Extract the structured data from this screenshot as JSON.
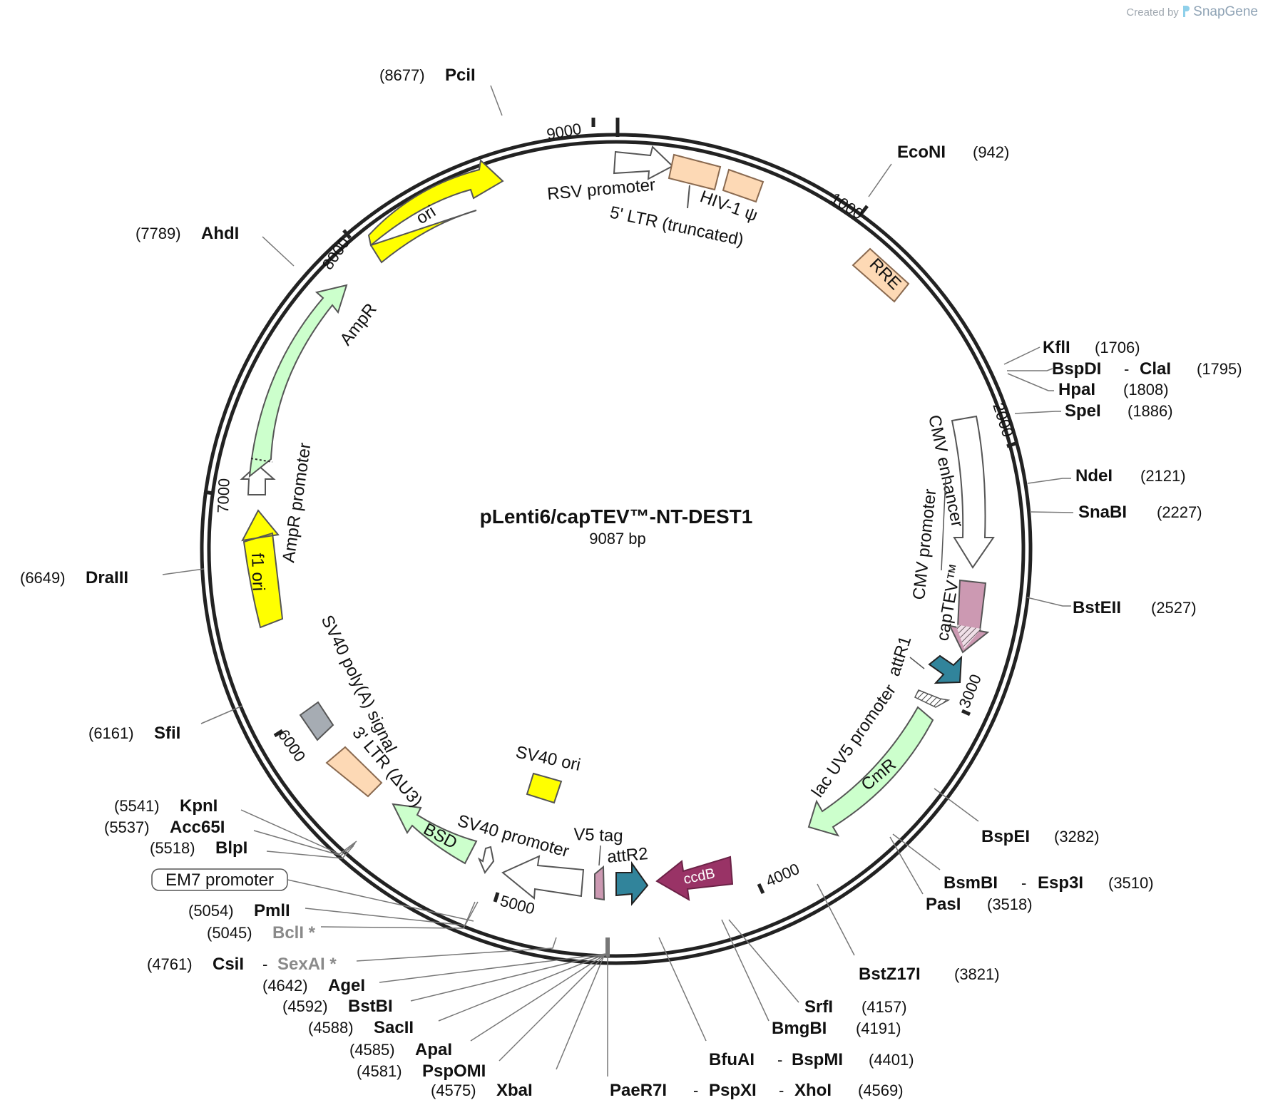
{
  "credit": {
    "prefix": "Created by",
    "brand": "SnapGene",
    "icon": "snapgene-logo-icon"
  },
  "plasmid": {
    "name": "pLenti6/capTEV™-NT-DEST1",
    "length_label": "9087 bp",
    "length": 9087
  },
  "ticks": [
    "1000",
    "2000",
    "3000",
    "4000",
    "5000",
    "6000",
    "7000",
    "8000",
    "9000"
  ],
  "features": [
    {
      "id": "rsv",
      "label": "RSV promoter",
      "color": "#ffffff"
    },
    {
      "id": "ltr5",
      "label": "5' LTR (truncated)",
      "color": "#fdd9b5"
    },
    {
      "id": "psi",
      "label": "HIV-1 ψ",
      "color": "#fdd9b5"
    },
    {
      "id": "rre",
      "label": "RRE",
      "color": "#fdd9b5"
    },
    {
      "id": "cmvenh",
      "label": "CMV enhancer",
      "color": "#ffffff"
    },
    {
      "id": "cmvprom",
      "label": "CMV promoter",
      "color": "#ffffff"
    },
    {
      "id": "captev",
      "label": "capTEV™",
      "color": "#cc99b2"
    },
    {
      "id": "attr1",
      "label": "attR1",
      "color": "#31849b"
    },
    {
      "id": "lacuv5",
      "label": "lac UV5 promoter",
      "color": "#ffffff"
    },
    {
      "id": "cmr",
      "label": "CmR",
      "color": "#ccffcc"
    },
    {
      "id": "ccdb",
      "label": "ccdB",
      "color": "#993366"
    },
    {
      "id": "attr2",
      "label": "attR2",
      "color": "#31849b"
    },
    {
      "id": "v5",
      "label": "V5 tag",
      "color": "#cc99b2"
    },
    {
      "id": "sv40prom",
      "label": "SV40 promoter",
      "color": "#ffffff"
    },
    {
      "id": "sv40ori",
      "label": "SV40 ori",
      "color": "#ffff00"
    },
    {
      "id": "bsd",
      "label": "BSD",
      "color": "#ccffcc"
    },
    {
      "id": "ltr3",
      "label": "3' LTR (ΔU3)",
      "color": "#fdd9b5"
    },
    {
      "id": "polya",
      "label": "SV40 poly(A) signal",
      "color": "#a6acb3"
    },
    {
      "id": "f1ori",
      "label": "f1 ori",
      "color": "#ffff00"
    },
    {
      "id": "amprprom",
      "label": "AmpR promoter",
      "color": "#ffffff"
    },
    {
      "id": "ampr",
      "label": "AmpR",
      "color": "#ccffcc"
    },
    {
      "id": "ori",
      "label": "ori",
      "color": "#ffff00"
    },
    {
      "id": "em7",
      "label": "EM7 promoter",
      "color": "#ffffff"
    }
  ],
  "sites": [
    {
      "id": "pcii",
      "name": "PciI",
      "pos": "(8677)"
    },
    {
      "id": "econi",
      "name": "EcoNI",
      "pos": "(942)"
    },
    {
      "id": "kfli",
      "name": "KflI",
      "pos": "(1706)"
    },
    {
      "id": "bspdi",
      "name": "BspDI",
      "sep": "-",
      "name2": "ClaI",
      "pos": "(1795)"
    },
    {
      "id": "hpai",
      "name": "HpaI",
      "pos": "(1808)"
    },
    {
      "id": "spei",
      "name": "SpeI",
      "pos": "(1886)"
    },
    {
      "id": "ndei",
      "name": "NdeI",
      "pos": "(2121)"
    },
    {
      "id": "snabi",
      "name": "SnaBI",
      "pos": "(2227)"
    },
    {
      "id": "bsteii",
      "name": "BstEII",
      "pos": "(2527)"
    },
    {
      "id": "bspei",
      "name": "BspEI",
      "pos": "(3282)"
    },
    {
      "id": "bsmbi",
      "name": "BsmBI",
      "sep": "-",
      "name2": "Esp3I",
      "pos": "(3510)"
    },
    {
      "id": "pasi",
      "name": "PasI",
      "pos": "(3518)"
    },
    {
      "id": "bstz17i",
      "name": "BstZ17I",
      "pos": "(3821)"
    },
    {
      "id": "srfi",
      "name": "SrfI",
      "pos": "(4157)"
    },
    {
      "id": "bmgbi",
      "name": "BmgBI",
      "pos": "(4191)"
    },
    {
      "id": "bfuai",
      "name": "BfuAI",
      "sep": "-",
      "name2": "BspMI",
      "pos": "(4401)"
    },
    {
      "id": "paer7i",
      "name": "PaeR7I",
      "sep": "-",
      "name2": "PspXI",
      "sep2": "-",
      "name3": "XhoI",
      "pos": "(4569)"
    },
    {
      "id": "xbai",
      "name": "XbaI",
      "pos": "(4575)"
    },
    {
      "id": "pspomi",
      "name": "PspOMI",
      "pos": "(4581)"
    },
    {
      "id": "apai",
      "name": "ApaI",
      "pos": "(4585)"
    },
    {
      "id": "sacii",
      "name": "SacII",
      "pos": "(4588)"
    },
    {
      "id": "bstbi",
      "name": "BstBI",
      "pos": "(4592)"
    },
    {
      "id": "agei",
      "name": "AgeI",
      "pos": "(4642)"
    },
    {
      "id": "csii",
      "name": "CsiI",
      "sep": "-",
      "name2": "SexAI *",
      "pos": "(4761)"
    },
    {
      "id": "bcli",
      "name": "BclI *",
      "pos": "(5045)"
    },
    {
      "id": "pmli",
      "name": "PmlI",
      "pos": "(5054)"
    },
    {
      "id": "blpi",
      "name": "BlpI",
      "pos": "(5518)"
    },
    {
      "id": "acc65i",
      "name": "Acc65I",
      "pos": "(5537)"
    },
    {
      "id": "kpni",
      "name": "KpnI",
      "pos": "(5541)"
    },
    {
      "id": "sfii",
      "name": "SfiI",
      "pos": "(6161)"
    },
    {
      "id": "draiii",
      "name": "DraIII",
      "pos": "(6649)"
    },
    {
      "id": "ahdi",
      "name": "AhdI",
      "pos": "(7789)"
    }
  ]
}
